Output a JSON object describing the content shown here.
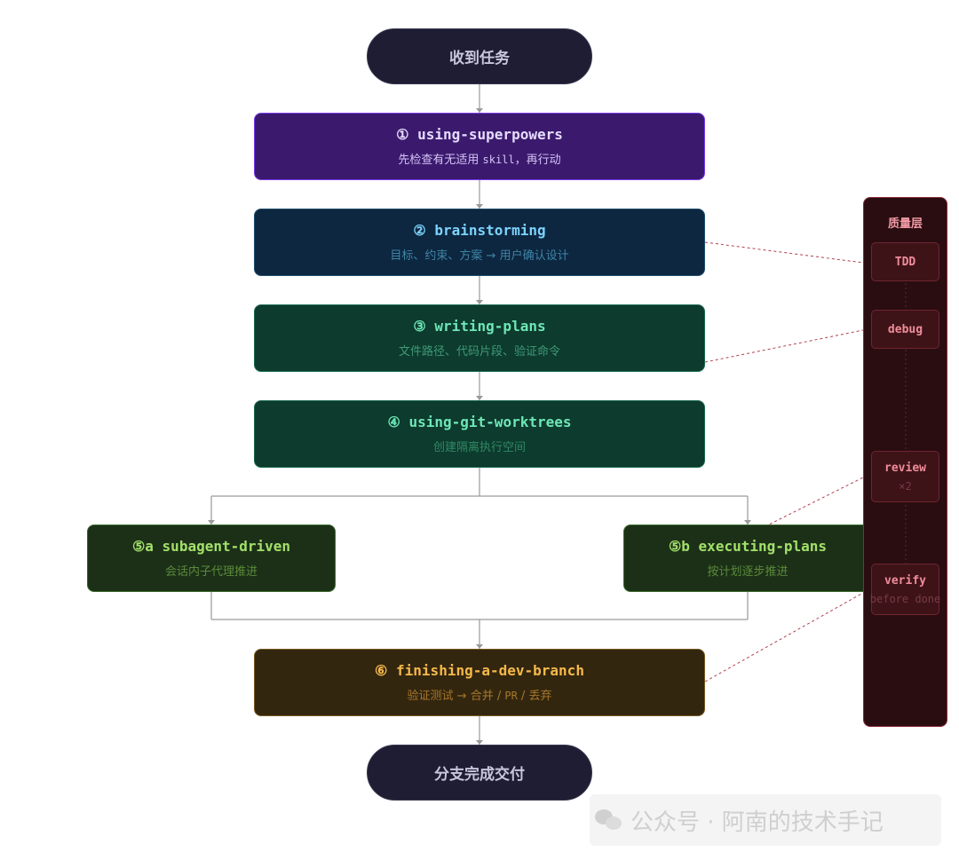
{
  "start": "收到任务",
  "end": "分支完成交付",
  "steps": [
    {
      "id": "n1",
      "title": "① using-superpowers",
      "sub_pre": "先检查有无适用 ",
      "sub_code": "skill",
      "sub_post": "，再行动"
    },
    {
      "id": "n2",
      "title": "② brainstorming",
      "sub_pre": "目标、约束、方案 → 用户确认设计",
      "sub_code": "",
      "sub_post": ""
    },
    {
      "id": "n3",
      "title": "③ writing-plans",
      "sub_pre": "文件路径、代码片段、验证命令",
      "sub_code": "",
      "sub_post": ""
    },
    {
      "id": "n4",
      "title": "④ using-git-worktrees",
      "sub_pre": "创建隔离执行空间",
      "sub_code": "",
      "sub_post": ""
    },
    {
      "id": "n5a",
      "title": "⑤a subagent-driven",
      "sub_pre": "会话内子代理推进",
      "sub_code": "",
      "sub_post": ""
    },
    {
      "id": "n5b",
      "title": "⑤b executing-plans",
      "sub_pre": "按计划逐步推进",
      "sub_code": "",
      "sub_post": ""
    },
    {
      "id": "n6",
      "title": "⑥ finishing-a-dev-branch",
      "sub_pre": "验证测试 → 合并 / ",
      "sub_code": "PR",
      "sub_post": " / 丢弃"
    }
  ],
  "quality": {
    "title": "质量层",
    "items": [
      {
        "label": "TDD",
        "sub": ""
      },
      {
        "label": "debug",
        "sub": ""
      },
      {
        "label": "review",
        "sub": "×2"
      },
      {
        "label": "verify",
        "sub": "before done"
      }
    ]
  },
  "watermark": "公众号 · 阿南的技术手记",
  "colors": {
    "purple": "#3b1a6e",
    "blue": "#0d2740",
    "green": "#0d3b2e",
    "olive": "#1c3018",
    "amber": "#33260f",
    "quality": "#2a0d10"
  }
}
